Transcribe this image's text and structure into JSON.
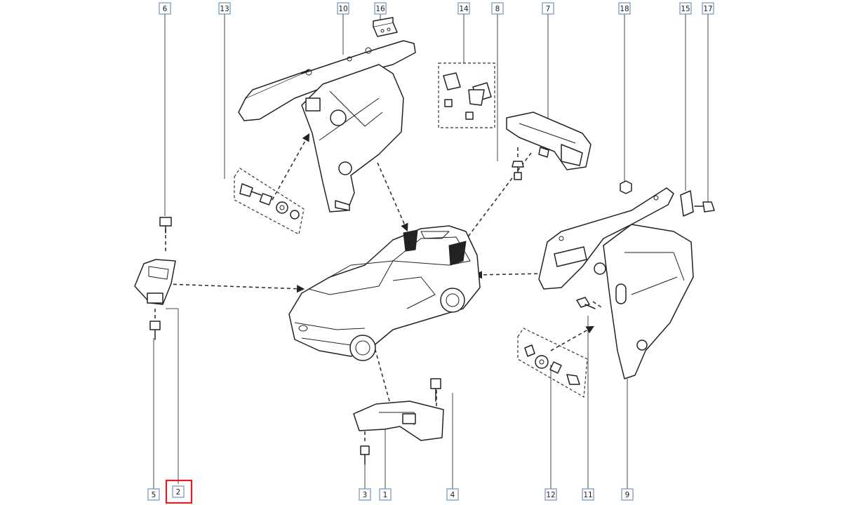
{
  "callouts": {
    "c1": "1",
    "c2": "2",
    "c3": "3",
    "c4": "4",
    "c5": "5",
    "c6": "6",
    "c7": "7",
    "c8": "8",
    "c9": "9",
    "c10": "10",
    "c11": "11",
    "c12": "12",
    "c13": "13",
    "c14": "14",
    "c15": "15",
    "c16": "16",
    "c17": "17",
    "c18": "18"
  },
  "highlighted_callout": "2",
  "colors": {
    "callout_border": "#7a9cc4",
    "highlight": "#e02020",
    "line": "#222222"
  }
}
